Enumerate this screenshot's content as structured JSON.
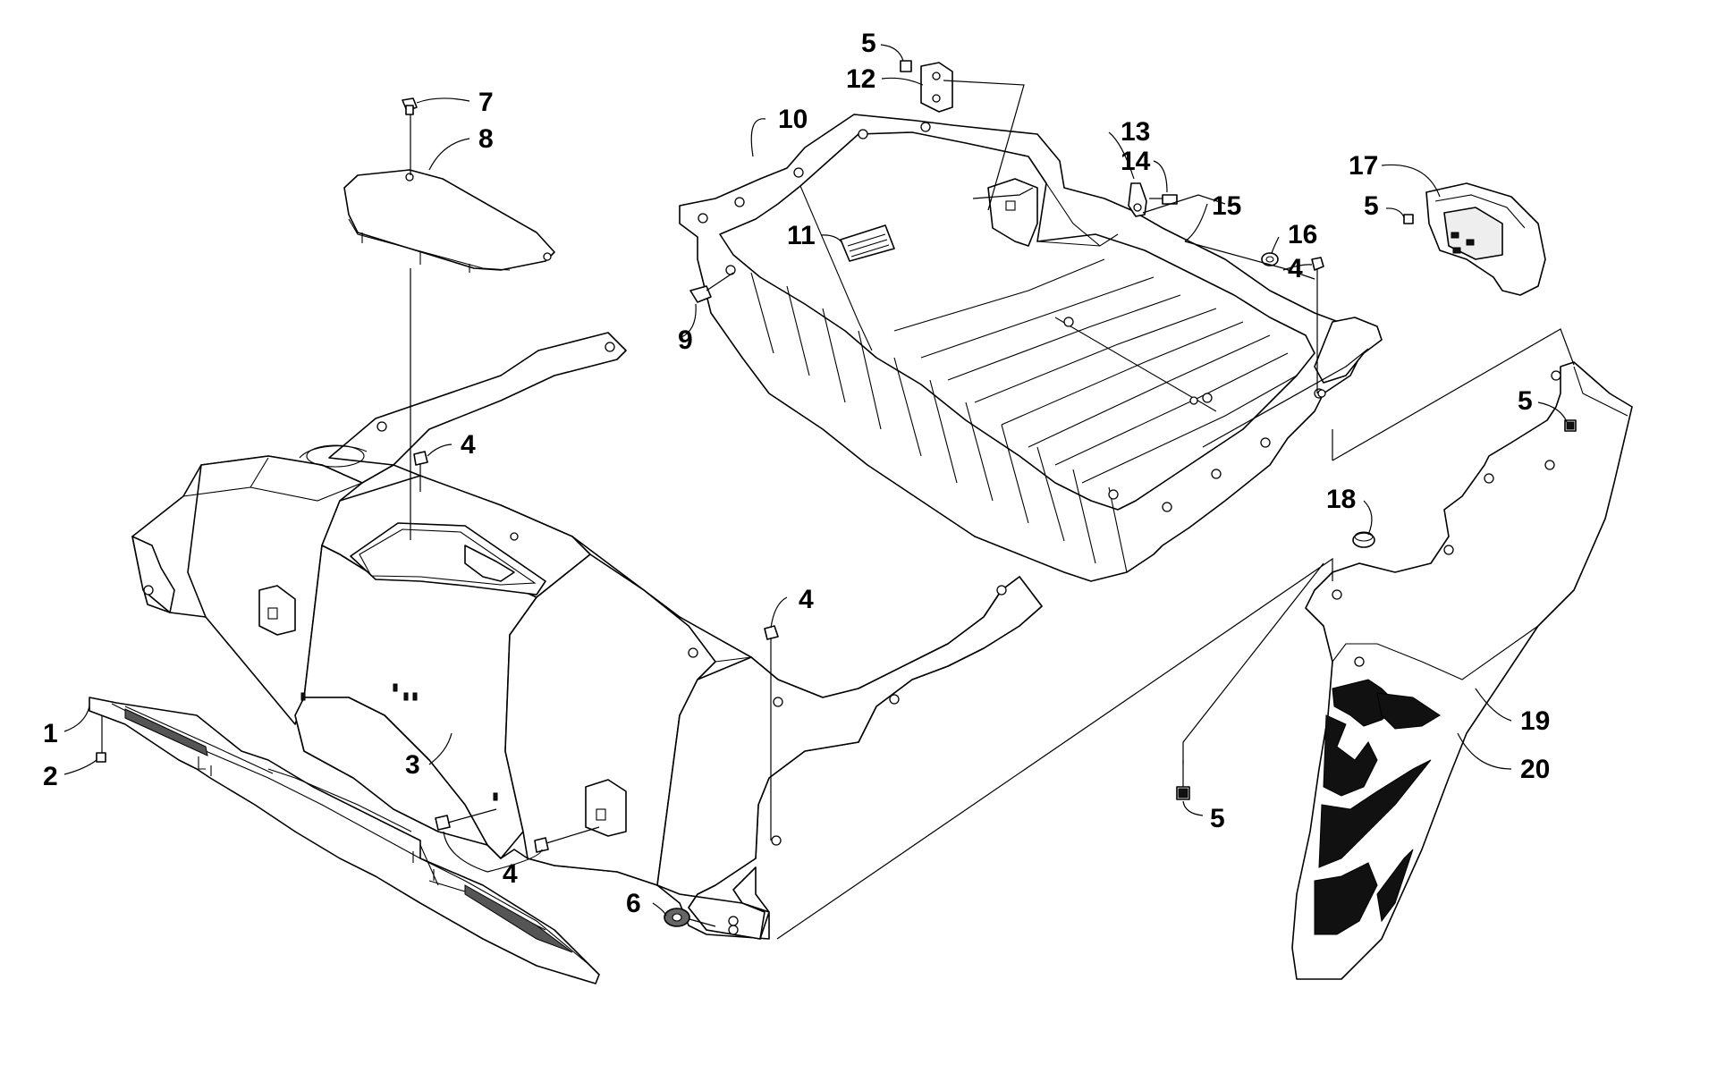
{
  "callouts": [
    {
      "id": "c1",
      "text": "1"
    },
    {
      "id": "c2",
      "text": "2"
    },
    {
      "id": "c3",
      "text": "3"
    },
    {
      "id": "c4a",
      "text": "4"
    },
    {
      "id": "c4b",
      "text": "4"
    },
    {
      "id": "c4c",
      "text": "4"
    },
    {
      "id": "c4d",
      "text": "4"
    },
    {
      "id": "c5a",
      "text": "5"
    },
    {
      "id": "c5b",
      "text": "5"
    },
    {
      "id": "c5c",
      "text": "5"
    },
    {
      "id": "c5d",
      "text": "5"
    },
    {
      "id": "c6",
      "text": "6"
    },
    {
      "id": "c7",
      "text": "7"
    },
    {
      "id": "c8",
      "text": "8"
    },
    {
      "id": "c9",
      "text": "9"
    },
    {
      "id": "c10",
      "text": "10"
    },
    {
      "id": "c11",
      "text": "11"
    },
    {
      "id": "c12",
      "text": "12"
    },
    {
      "id": "c13",
      "text": "13"
    },
    {
      "id": "c14",
      "text": "14"
    },
    {
      "id": "c15",
      "text": "15"
    },
    {
      "id": "c16",
      "text": "16"
    },
    {
      "id": "c17",
      "text": "17"
    },
    {
      "id": "c18",
      "text": "18"
    },
    {
      "id": "c19",
      "text": "19"
    },
    {
      "id": "c20",
      "text": "20"
    }
  ]
}
